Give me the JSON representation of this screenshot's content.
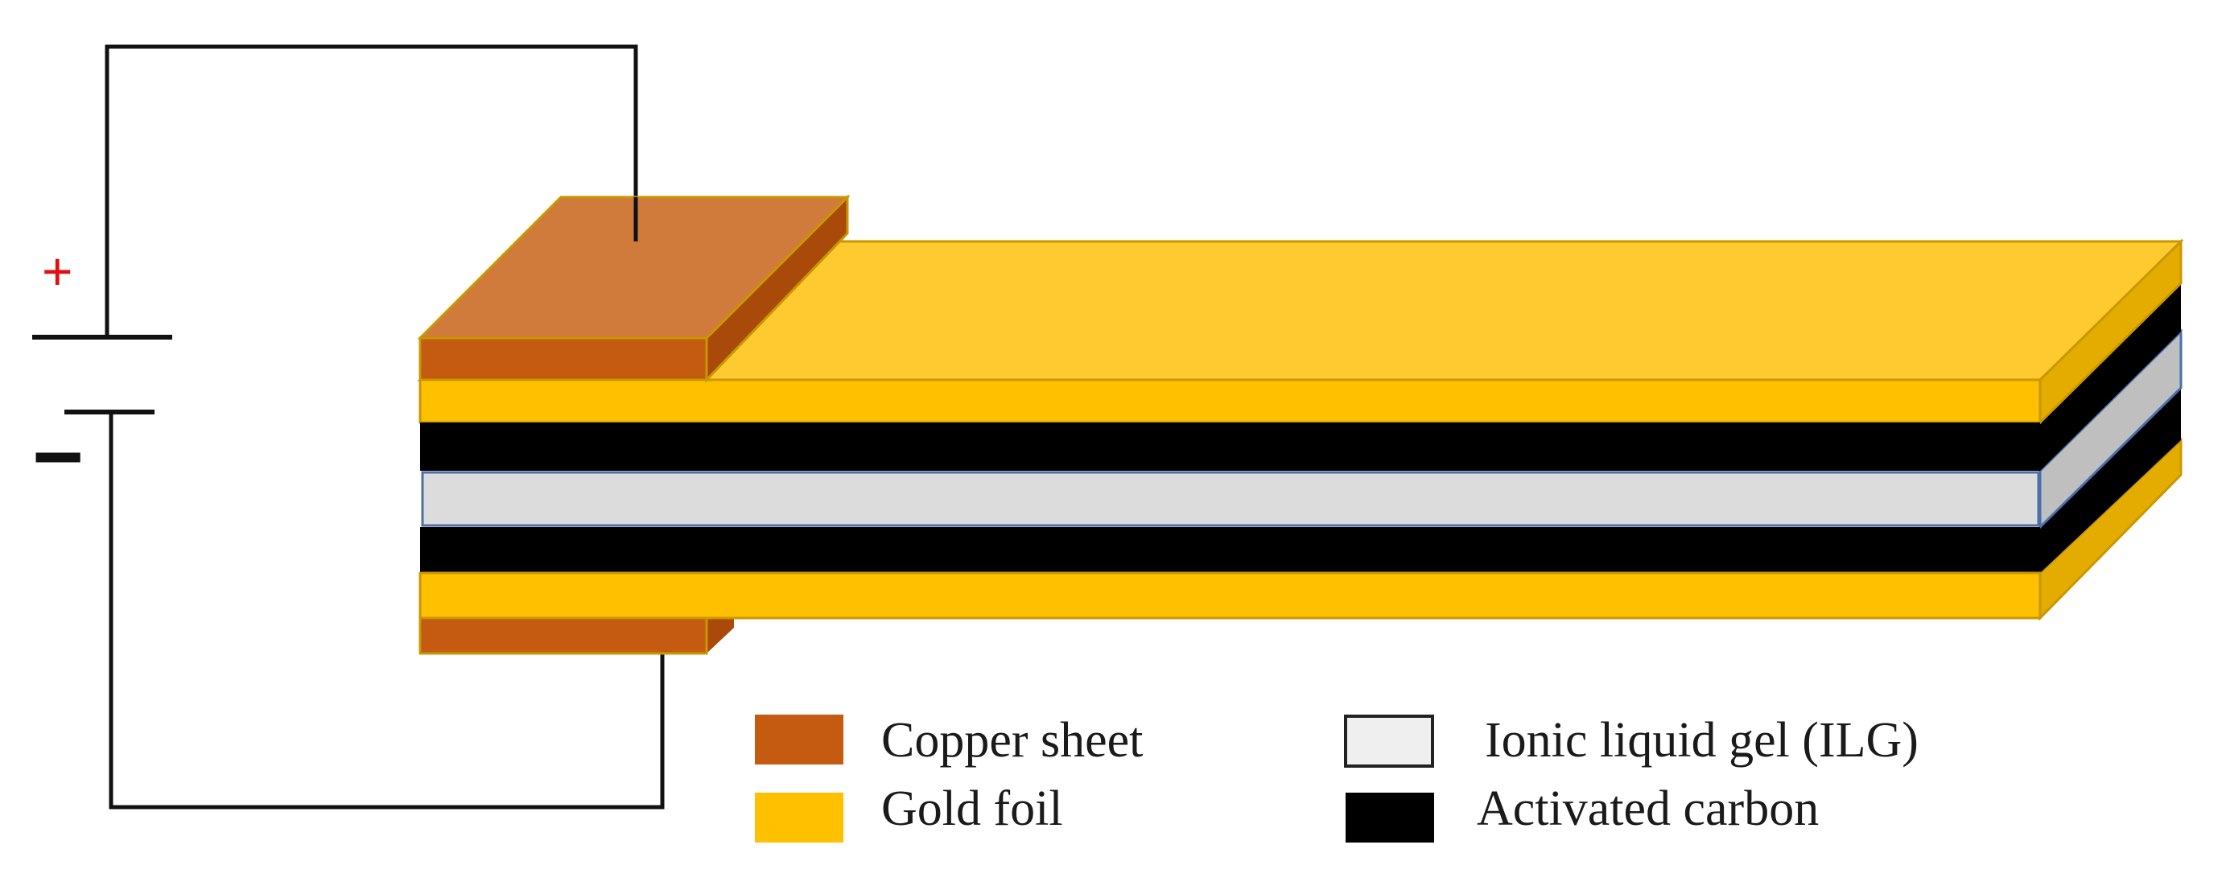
{
  "diagram": {
    "battery": {
      "plus_sign": "+",
      "minus_sign": "−"
    },
    "legend": [
      {
        "key": "copper",
        "label": "Copper sheet",
        "color": "#c55a11"
      },
      {
        "key": "gold",
        "label": "Gold foil",
        "color": "#ffc000"
      },
      {
        "key": "ilg",
        "label": "Ionic liquid gel (ILG)",
        "color": "#efefef"
      },
      {
        "key": "carbon",
        "label": "Activated carbon",
        "color": "#000000"
      }
    ],
    "colors": {
      "copper_top": "#d07a3c",
      "copper_front": "#c55a11",
      "copper_side": "#a94a0b",
      "gold_top": "#ffca30",
      "gold_front": "#ffc000",
      "gold_side": "#e5ac00",
      "gold_stroke": "#c99700",
      "ilg_front": "#dcdcdc",
      "ilg_side": "#bfbfbf",
      "ilg_stroke": "#4b6fa8",
      "carbon": "#000000",
      "wire": "#111111"
    }
  }
}
